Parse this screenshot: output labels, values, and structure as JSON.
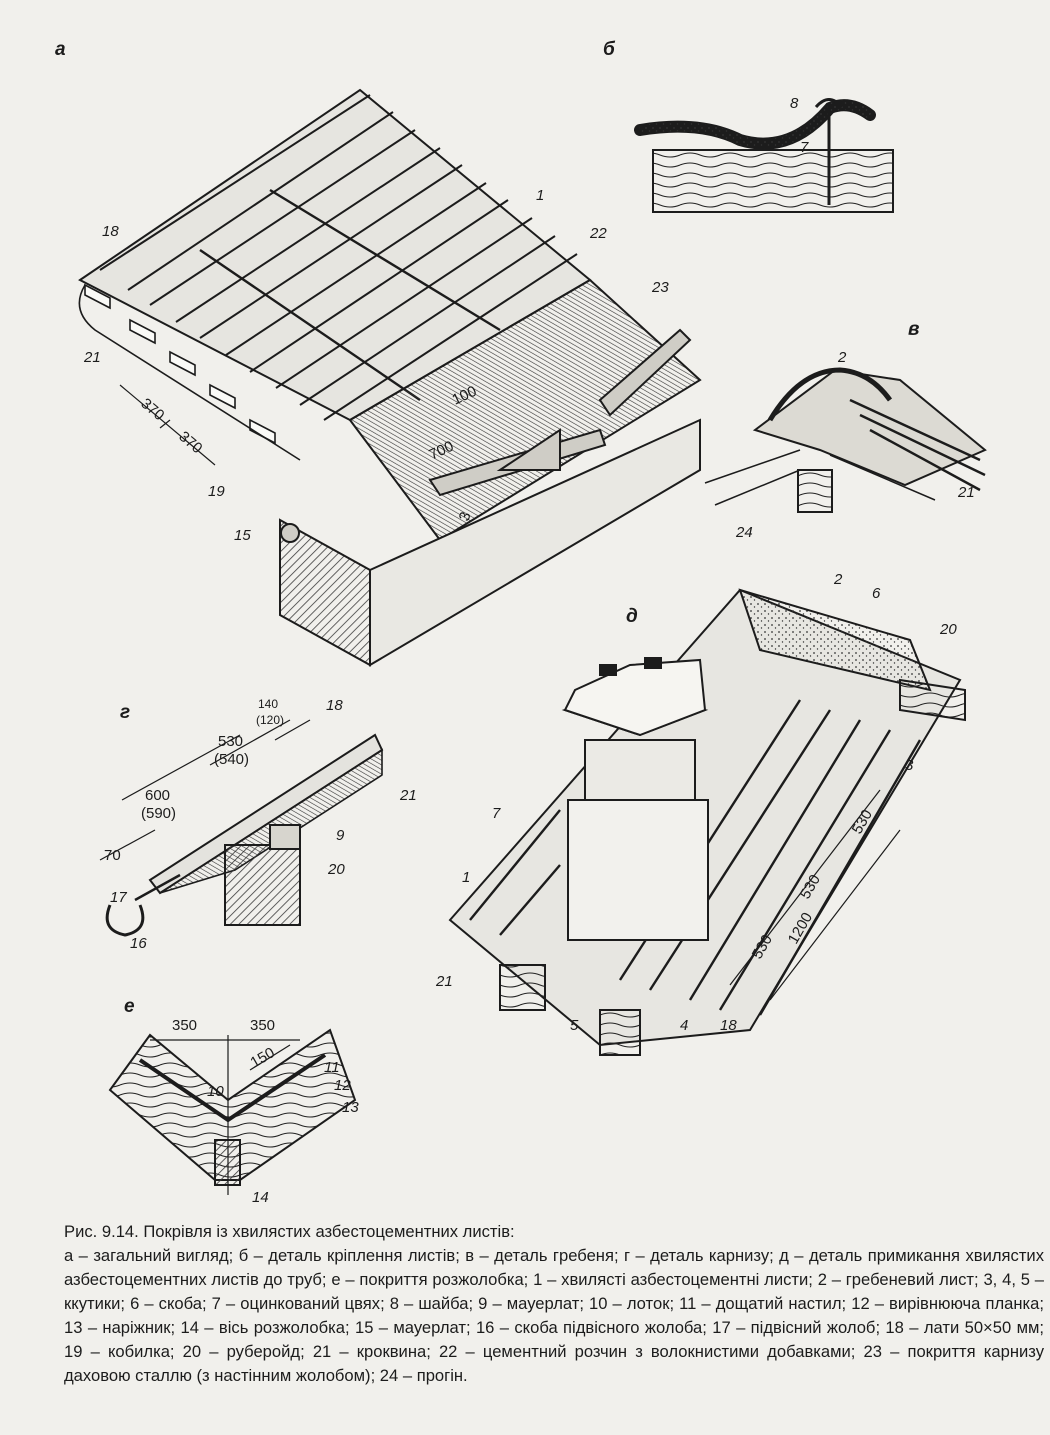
{
  "sections": [
    "а",
    "б",
    "в",
    "г",
    "д",
    "е"
  ],
  "callouts": {
    "a": [
      "18",
      "1",
      "22",
      "23",
      "21",
      "19",
      "15"
    ],
    "b": [
      "8",
      "7"
    ],
    "v": [
      "2",
      "21",
      "24"
    ],
    "g": [
      "18",
      "21",
      "9",
      "20",
      "17",
      "16"
    ],
    "d": [
      "2",
      "6",
      "20",
      "3",
      "7",
      "1",
      "21",
      "5",
      "4",
      "18"
    ],
    "e": [
      "10",
      "11",
      "12",
      "13",
      "14"
    ]
  },
  "dimensions": {
    "a": [
      "370",
      "370",
      "100",
      "700",
      "3"
    ],
    "g": [
      "140",
      "(120)",
      "530",
      "(540)",
      "600",
      "(590)",
      "70"
    ],
    "d": [
      "530",
      "530",
      "530",
      "1200"
    ],
    "e": [
      "350",
      "350",
      "150"
    ]
  },
  "caption": {
    "title": "Рис. 9.14. Покрівля із хвилястих азбестоцементних листів:",
    "body": "а – загальний вигляд; б – деталь кріплення листів; в – деталь гребеня; г – деталь карнизу; д – деталь примикання хвилястих азбестоцементних листів до труб; е – покриття розжолобка; 1 – хвилясті азбестоцементні листи; 2 – гребеневий лист; 3, 4, 5 – ккутики; 6 – скоба; 7 – оцинкований цвях; 8 – шайба; 9 – мауерлат; 10 – лоток; 11 – дощатий настил; 12 – вирівнююча планка; 13 – наріжник; 14 – вісь розжолобка; 15 – мауерлат; 16 – скоба підвісного жолоба; 17 – підвісний жолоб; 18 – лати 50×50 мм; 19 – кобилка; 20 – руберойд; 21 – кроквина; 22 – цементний розчин з волокнистими добавками; 23 – покриття карнизу даховою сталлю (з настінним жолобом); 24 – прогін."
  },
  "colors": {
    "ink": "#1c1c1c",
    "paper": "#f1f0ec",
    "hatch": "#3a3a3a"
  }
}
